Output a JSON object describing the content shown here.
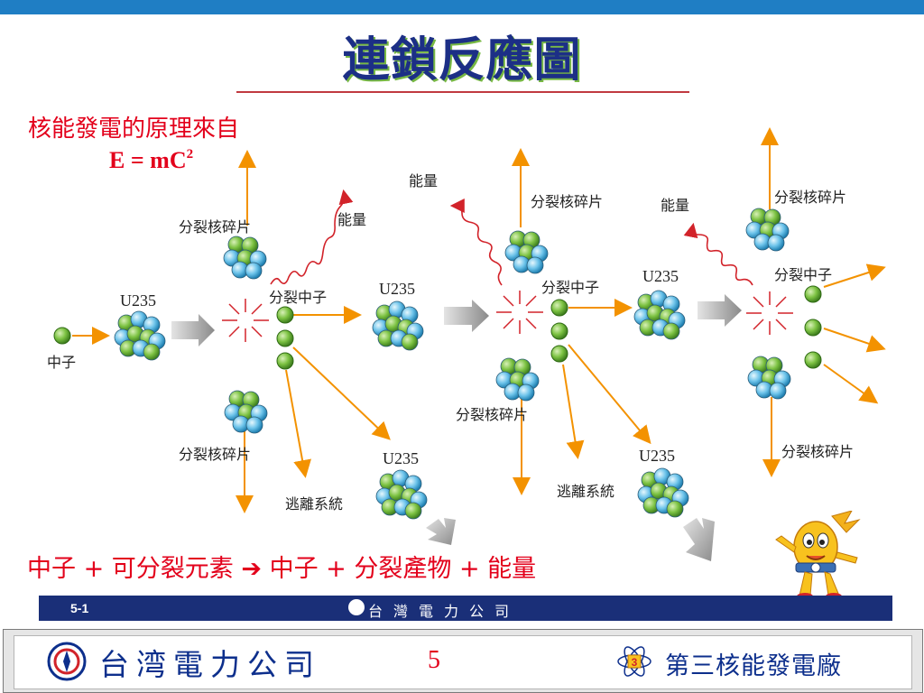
{
  "title": "連鎖反應圖",
  "principle_text": "核能發電的原理來自",
  "formula": {
    "base": "E = mC",
    "exponent": "2"
  },
  "labels": {
    "neutron": "中子",
    "u235": "U235",
    "fission_neutron": "分裂中子",
    "fission_fragment": "分裂核碎片",
    "energy": "能量",
    "escape_system": "逃離系統"
  },
  "equation": {
    "part1": "中子 + 可分裂元素 ",
    "arrow": "➔",
    "part2": " 中子 + 分裂產物 + 能量"
  },
  "footer": {
    "slide_code": "5-1",
    "company_small": "台灣電力公司",
    "company_name": "台湾電力公司",
    "page_number": "5",
    "plant_badge": "3",
    "plant_name": "第三核能發電廠"
  },
  "colors": {
    "accent_blue": "#1f7ec4",
    "title_navy": "#1c2f86",
    "text_red": "#e3001b",
    "arrow_orange": "#f39200",
    "energy_red": "#d2232a",
    "green_ball": "#7cc242",
    "blue_ball": "#6cc3ea",
    "footer_navy": "#1a2f78"
  }
}
